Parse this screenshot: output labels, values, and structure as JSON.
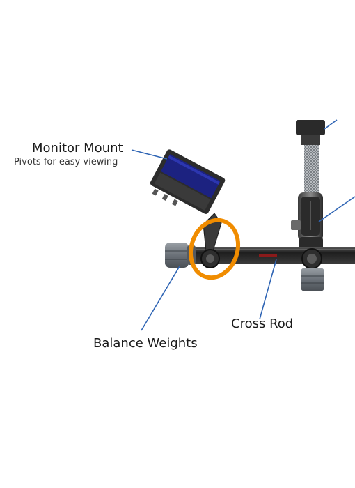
{
  "labels": {
    "monitor_mount": "Monitor Mount",
    "monitor_mount_sub": "Pivots for easy viewing",
    "cross_rod": "Cross Rod",
    "balance_weights": "Balance Weights"
  },
  "colors": {
    "leader_line": "#2e64b4",
    "highlight_ring": "#f08c00",
    "hardware_dark": "#2a2a2a",
    "screen": "#1c2280"
  }
}
